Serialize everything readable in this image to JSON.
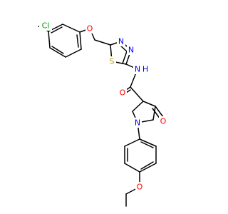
{
  "colors": {
    "background": "#ffffff",
    "bond": "#000000",
    "carbon": "#000000",
    "nitrogen": "#0000ff",
    "oxygen": "#ff0000",
    "sulfur": "#b8a000",
    "chlorine": "#00a000"
  },
  "labels": {
    "cl": "Cl",
    "o_ether_top": "O",
    "s_ring": "S",
    "n_ring_1": "N",
    "n_ring_2": "N",
    "n_amide": "N",
    "h_amide": "H",
    "o_carbonyl": "O",
    "n_pyrrolidine": "N",
    "o_lactam": "O",
    "o_ethoxy": "O"
  }
}
